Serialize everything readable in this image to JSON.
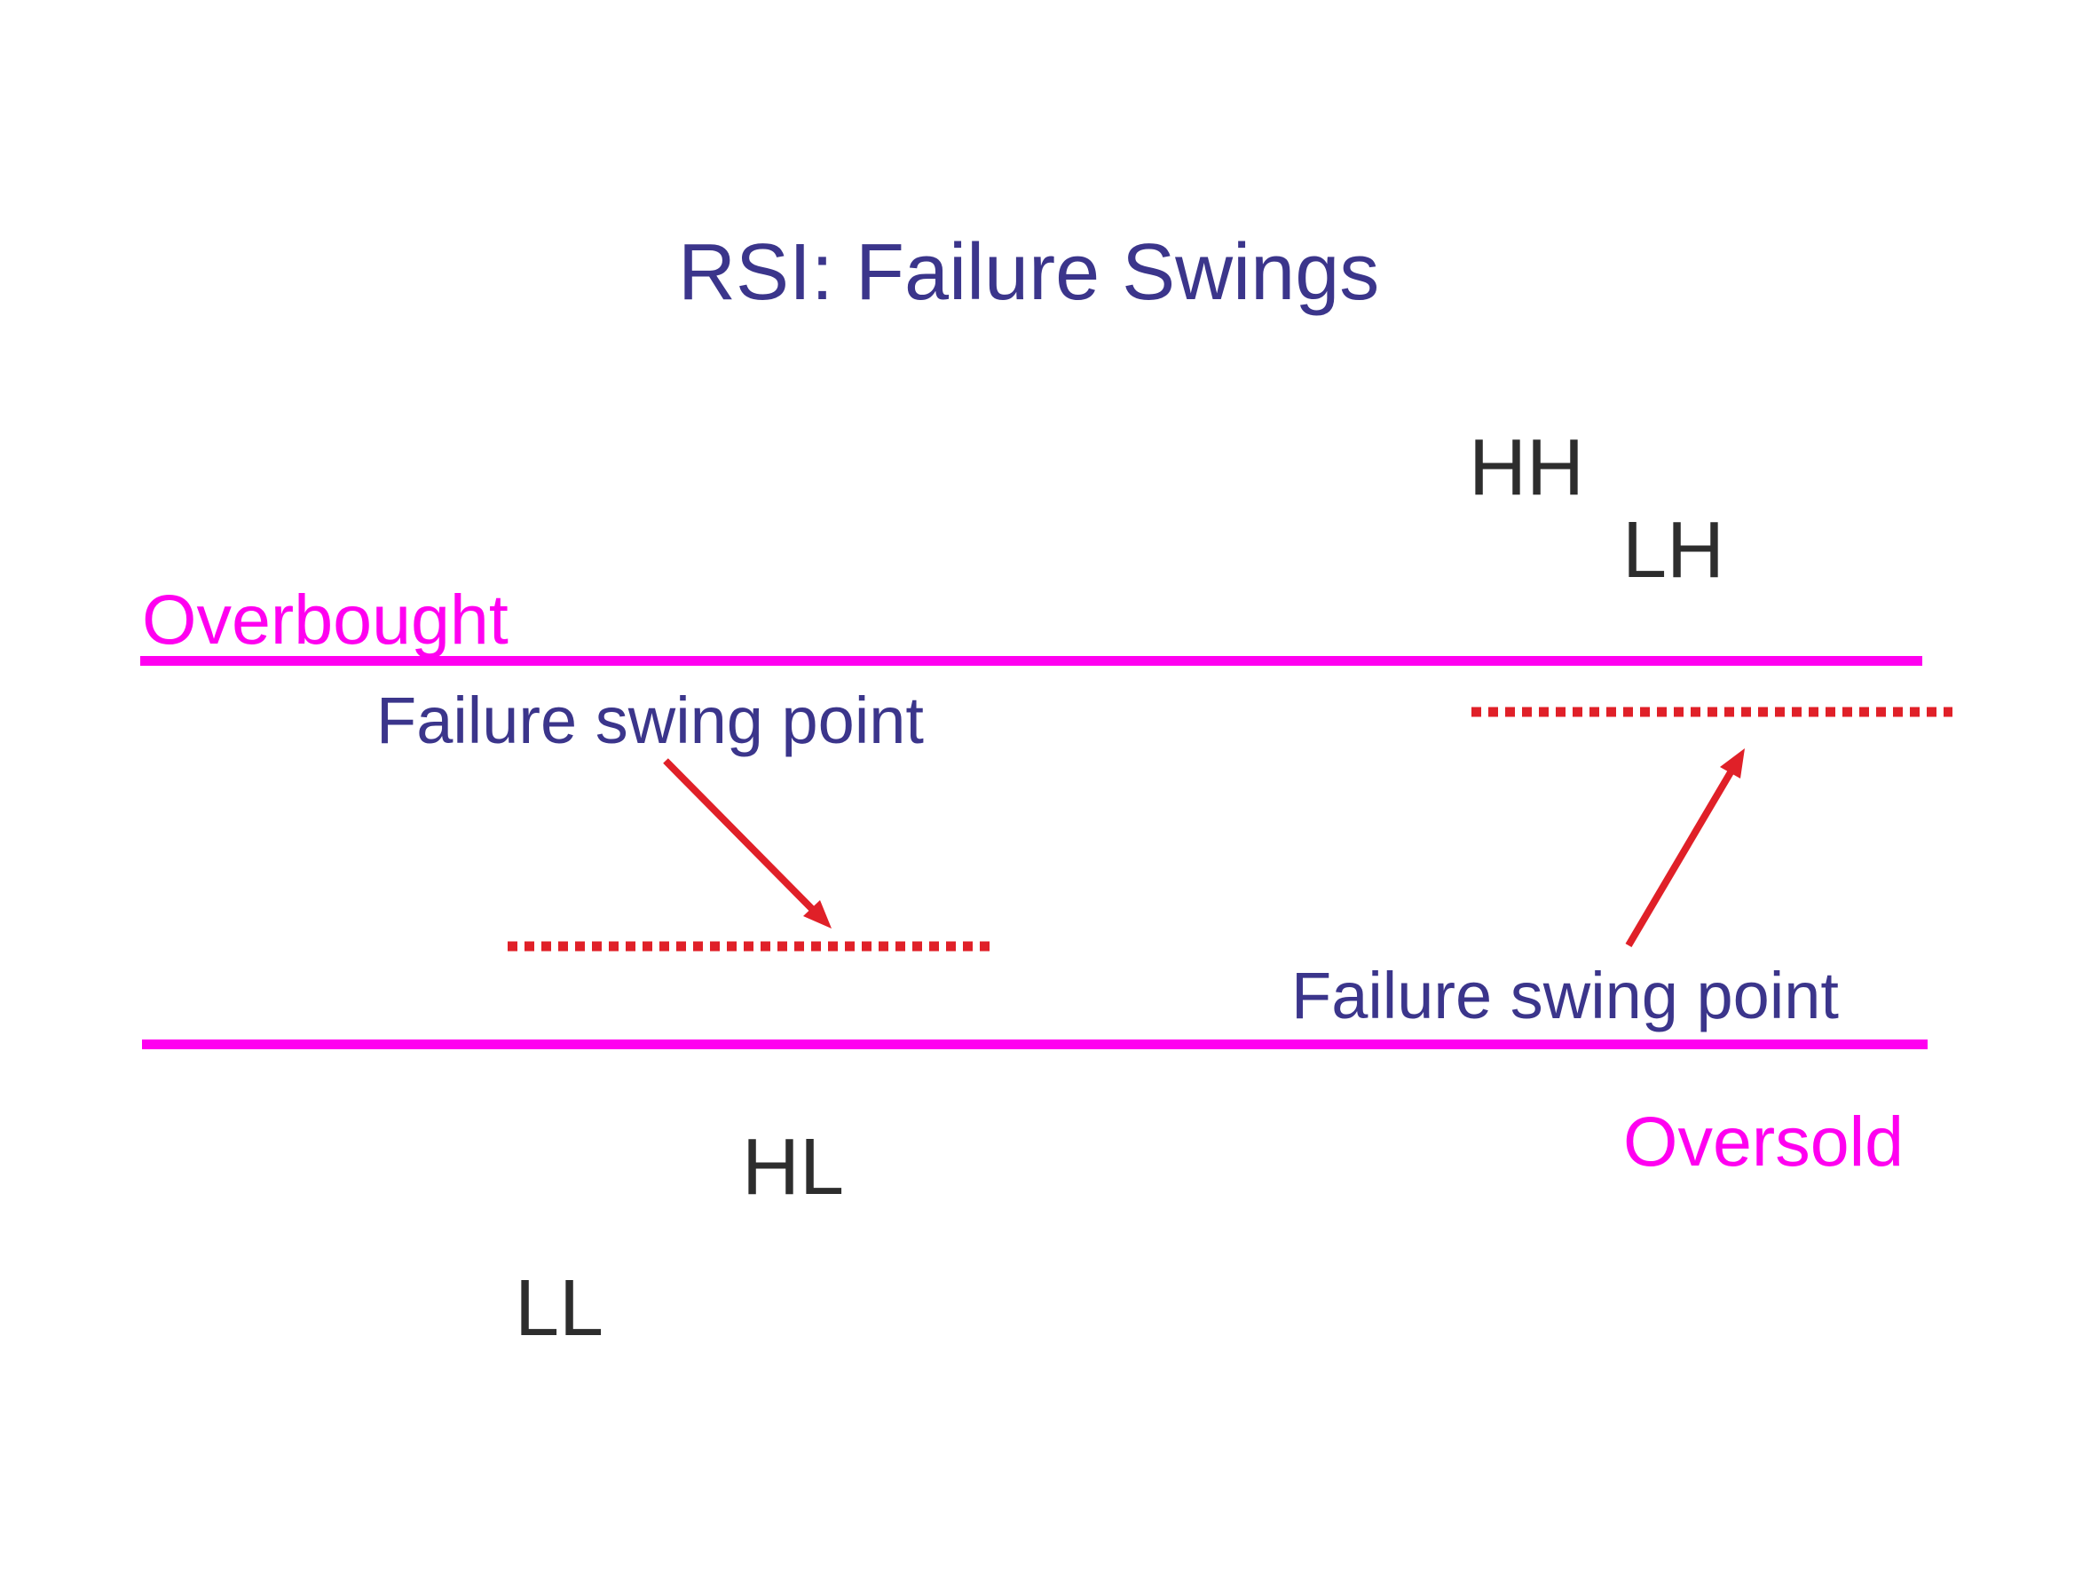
{
  "slide": {
    "title": "RSI: Failure Swings",
    "overbought_label": "Overbought",
    "oversold_label": "Oversold",
    "swing_points": {
      "hh": "HH",
      "lh": "LH",
      "hl": "HL",
      "ll": "LL"
    },
    "annotations": {
      "left_failure_swing": "Failure swing point",
      "right_failure_swing": "Failure swing point"
    },
    "colors": {
      "background": "#ffffff",
      "title": "#3b358b",
      "annotation": "#3b358b",
      "band": "#ff00f0",
      "signal": "#e02028",
      "swing": "#2d2d2d"
    }
  }
}
